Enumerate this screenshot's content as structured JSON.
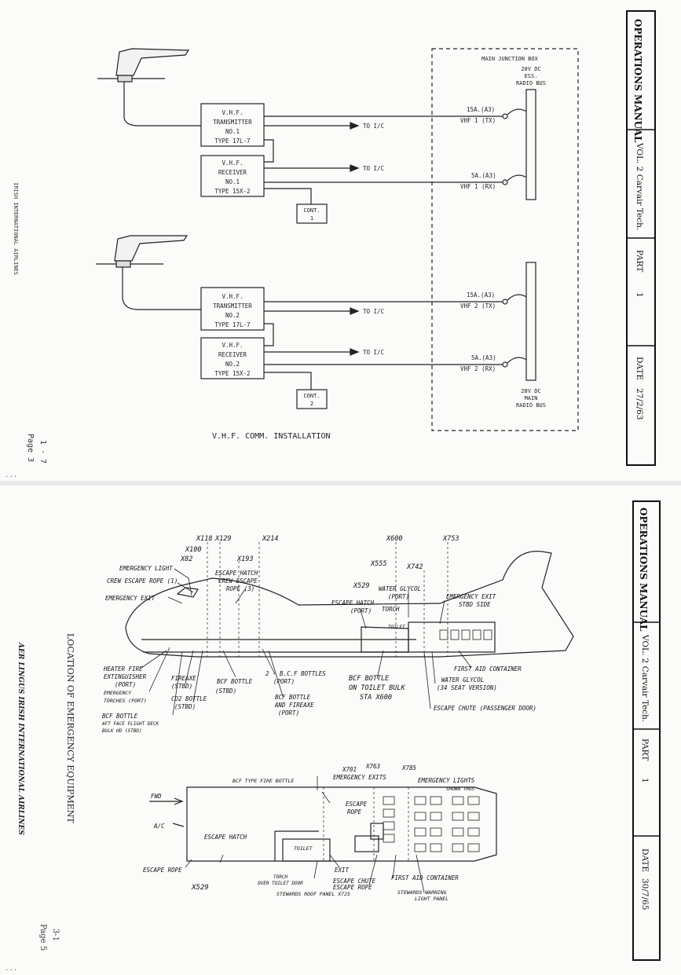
{
  "page1": {
    "header": {
      "manual": "OPERATIONS MANUAL",
      "volume": "VOL. 2 Carvair Tech.",
      "part_label": "PART",
      "part_value": "1",
      "date_label": "DATE",
      "date_value": "27/2/63"
    },
    "airline_side": "IRISH INTERNATIONAL AIRLINES",
    "page_number": "1 - 7",
    "page_label": "Page 3",
    "caption": "V.H.F. COMM. INSTALLATION",
    "junction_box": "MAIN JUNCTION BOX",
    "bus_top": [
      "28V DC",
      "ESS.",
      "RADIO BUS"
    ],
    "bus_bottom": [
      "28V DC",
      "MAIN",
      "RADIO BUS"
    ],
    "units": {
      "tx1": [
        "V.H.F.",
        "TRANSMITTER",
        "NO.1",
        "TYPE 17L-7"
      ],
      "rx1": [
        "V.H.F.",
        "RECEIVER",
        "NO.1",
        "TYPE 15X-2"
      ],
      "tx2": [
        "V.H.F.",
        "TRANSMITTER",
        "NO.2",
        "TYPE 17L-7"
      ],
      "rx2": [
        "V.H.F.",
        "RECEIVER",
        "NO.2",
        "TYPE 15X-2"
      ],
      "cont1": [
        "CONT.",
        "1"
      ],
      "cont2": [
        "CONT.",
        "2"
      ]
    },
    "to_ic": "TO I/C",
    "breakers": {
      "b1": [
        "15A.(A3)",
        "VHF 1 (TX)"
      ],
      "b2": [
        "5A.(A3)",
        "VHF 1 (RX)"
      ],
      "b3": [
        "15A.(A3)",
        "VHF 2 (TX)"
      ],
      "b4": [
        "5A.(A3)",
        "VHF 2 (RX)"
      ]
    }
  },
  "page2": {
    "header": {
      "manual": "OPERATIONS MANUAL",
      "volume": "VOL. 2 Carvair Tech.",
      "part_label": "PART",
      "part_value": "1",
      "date_label": "DATE",
      "date_value": "30/7/65"
    },
    "airline_side": "AER LINGUS IRISH INTERNATIONAL AIRLINES",
    "title_side": "LOCATION OF EMERGENCY EQUIPMENT",
    "page_number": "3-1",
    "page_label": "Page 5",
    "stations_top": [
      "X118",
      "X129",
      "X193",
      "X214",
      "X600",
      "X753",
      "X100",
      "X82",
      "X555",
      "X742",
      "X529"
    ],
    "labels_top": {
      "emergency_light": "EMERGENCY LIGHT",
      "crew_escape_rope": "CREW ESCAPE ROPE (1)",
      "emergency_exit": "EMERGENCY EXIT",
      "escape_hatch_rope": [
        "ESCAPE HATCH",
        "CREW ESCAPE",
        "ROPE (3)"
      ],
      "escape_hatch_port": [
        "ESCAPE HATCH",
        "(PORT)"
      ],
      "water_glycol_port": [
        "WATER GLYCOL",
        "(PORT)"
      ],
      "torch": "TORCH",
      "toilet": "TOILET",
      "emergency_exit_stbd": [
        "EMERGENCY EXIT",
        "STBD SIDE"
      ],
      "first_aid": "FIRST AID CONTAINER",
      "water_glycol_stbd": [
        "WATER GLYCOL",
        "(34 SEAT VERSION)"
      ],
      "escape_chute": "ESCAPE CHUTE (PASSENGER DOOR)",
      "heater_fire": [
        "HEATER FIRE",
        "EXTINGUISHER",
        "(PORT)"
      ],
      "emergency_torches": [
        "EMERGENCY",
        "TORCHES (PORT)"
      ],
      "fireaxe_stbd": [
        "FIREAXE",
        "(STBD)"
      ],
      "co2_bottle": [
        "CO2 BOTTLE",
        "(STBD)"
      ],
      "bcf_bottle_stbd": [
        "BCF BOTTLE",
        "(STBD)"
      ],
      "two_bcf_bottles": [
        "2 - B.C.F BOTTLES",
        "(PORT)"
      ],
      "bcf_bottle_fireaxe": [
        "BCF BOTTLE",
        "AND FIREAXE",
        "(PORT)"
      ],
      "bcf_toilet": [
        "BCF BOTTLE",
        "ON TOILET BULK",
        "STA X600"
      ],
      "bcf_aft_face": [
        "BCF BOTTLE",
        "AFT FACE FLIGHT DECK",
        "BULK HD (STBD)"
      ]
    },
    "stations_bottom": [
      "X701",
      "X763",
      "X785",
      "X529"
    ],
    "labels_bottom": {
      "bcf_fire_bottle": "BCF TYPE FIRE BOTTLE",
      "emergency_exits": "EMERGENCY EXITS",
      "emergency_lights": [
        "EMERGENCY LIGHTS",
        "SHOWN THUS"
      ],
      "fwd": "FWD",
      "ac": "A/C",
      "escape_rope_top": [
        "ESCAPE",
        "ROPE"
      ],
      "escape_hatch": "ESCAPE HATCH",
      "escape_rope": "ESCAPE ROPE",
      "toilet": "TOILET",
      "exit": "EXIT",
      "torch": [
        "TORCH",
        "OVER TOILET DOOR"
      ],
      "escape_chute": [
        "ESCAPE CHUTE",
        "ESCAPE ROPE"
      ],
      "stewards_panel": "STEWARDS ROOF PANEL X725",
      "first_aid": "FIRST AID CONTAINER",
      "stewards_warning": [
        "STEWARDS WARNING",
        "LIGHT PANEL"
      ]
    }
  }
}
